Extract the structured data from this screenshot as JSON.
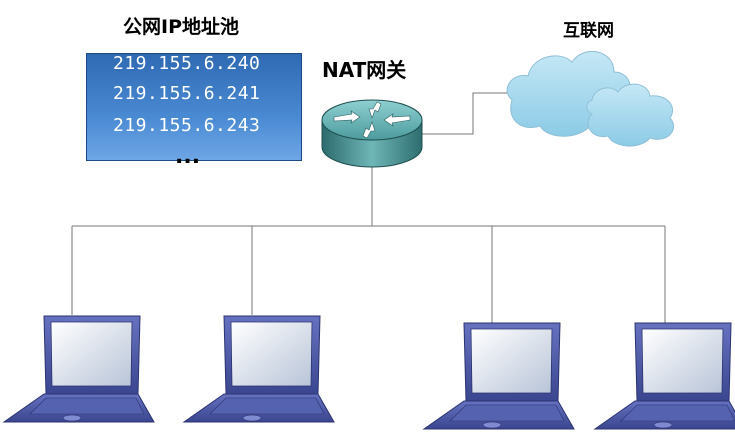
{
  "pool": {
    "title": "公网IP地址池",
    "addresses": [
      "219.155.6.240",
      "219.155.6.241",
      "219.155.6.243"
    ],
    "ellipsis": "..."
  },
  "router": {
    "label": "NAT网关",
    "icon": "router-icon"
  },
  "internet": {
    "label": "互联网",
    "icon": "cloud-icon"
  },
  "clients": [
    {
      "icon": "laptop-icon"
    },
    {
      "icon": "laptop-icon"
    },
    {
      "icon": "laptop-icon"
    },
    {
      "icon": "laptop-icon"
    }
  ],
  "colors": {
    "pool_fill": "#3d7bc6",
    "router_body": "#4f9a9a",
    "cloud_fill": "#a8d8ee",
    "laptop_body": "#4c5aa8"
  }
}
